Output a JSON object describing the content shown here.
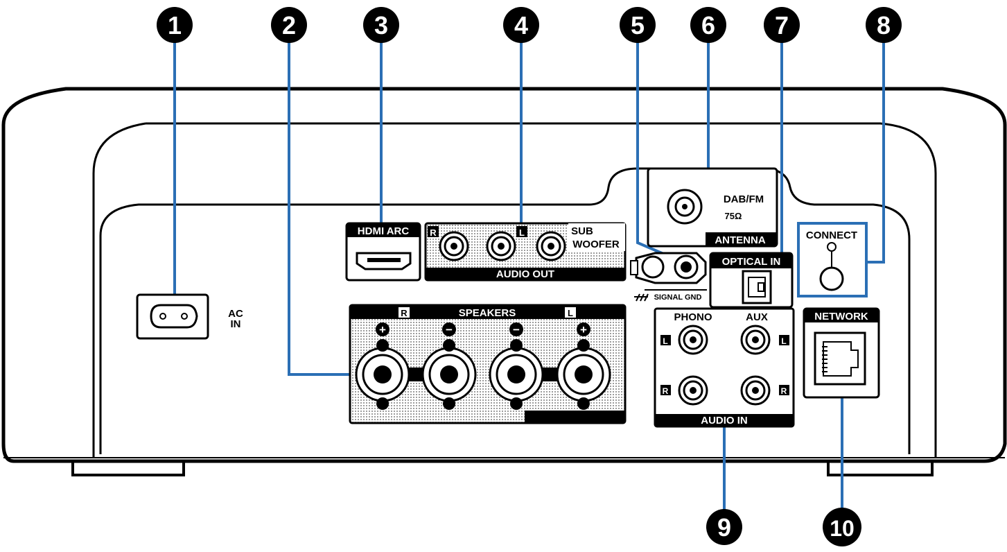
{
  "colors": {
    "callout": "#2b6fb5",
    "ink": "#000000",
    "panel_fill": "#ffffff"
  },
  "callouts": [
    "1",
    "2",
    "3",
    "4",
    "5",
    "6",
    "7",
    "8",
    "9",
    "10"
  ],
  "panel": {
    "ac_in": [
      "AC",
      "IN"
    ],
    "hdmi": "HDMI ARC",
    "audio_out": {
      "r": "R",
      "l": "L",
      "sub": [
        "SUB",
        "WOOFER"
      ],
      "title": "AUDIO OUT"
    },
    "signal_gnd": "SIGNAL GND",
    "antenna": {
      "title": "ANTENNA",
      "band": "DAB/FM",
      "impedance": "75Ω"
    },
    "optical": "OPTICAL IN",
    "connect": "CONNECT",
    "network": "NETWORK",
    "speakers": {
      "title": "SPEAKERS",
      "r": "R",
      "l": "L",
      "plus": "+",
      "minus": "−"
    },
    "audio_in": {
      "phono": "PHONO",
      "aux": "AUX",
      "l": "L",
      "r": "R",
      "title": "AUDIO IN"
    }
  }
}
